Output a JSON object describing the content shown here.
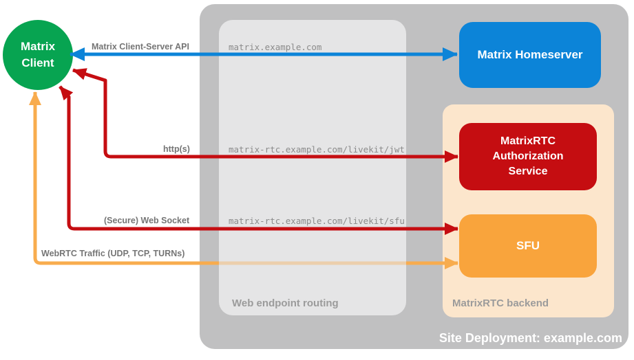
{
  "colors": {
    "client_green": "#07a451",
    "homeserver_blue": "#0c84d8",
    "auth_red": "#c50d11",
    "sfu_orange": "#f9a43c",
    "webrtc_orange": "#f8ac4e",
    "backend_peach": "#fce6cc",
    "deployment_gray": "#c0c0c1",
    "routing_gray": "#e5e5e6",
    "label_gray": "#757575",
    "url_gray": "#8b8b8b",
    "footer_gray": "#9b9b9b"
  },
  "nodes": {
    "client": {
      "label": "Matrix\nClient"
    },
    "homeserver": {
      "label": "Matrix Homeserver"
    },
    "auth_service": {
      "label": "MatrixRTC\nAuthorization\nService"
    },
    "sfu": {
      "label": "SFU"
    }
  },
  "containers": {
    "deployment": {
      "label": "Site Deployment: example.com"
    },
    "routing": {
      "label": "Web endpoint routing"
    },
    "backend": {
      "label": "MatrixRTC backend"
    }
  },
  "edges": {
    "client_server_api": {
      "label": "Matrix Client-Server API",
      "route": "matrix.example.com"
    },
    "https": {
      "label": "http(s)",
      "route": "matrix-rtc.example.com/livekit/jwt"
    },
    "websocket": {
      "label": "(Secure) Web Socket",
      "route": "matrix-rtc.example.com/livekit/sfu"
    },
    "webrtc": {
      "label": "WebRTC Traffic (UDP, TCP, TURNs)"
    }
  }
}
